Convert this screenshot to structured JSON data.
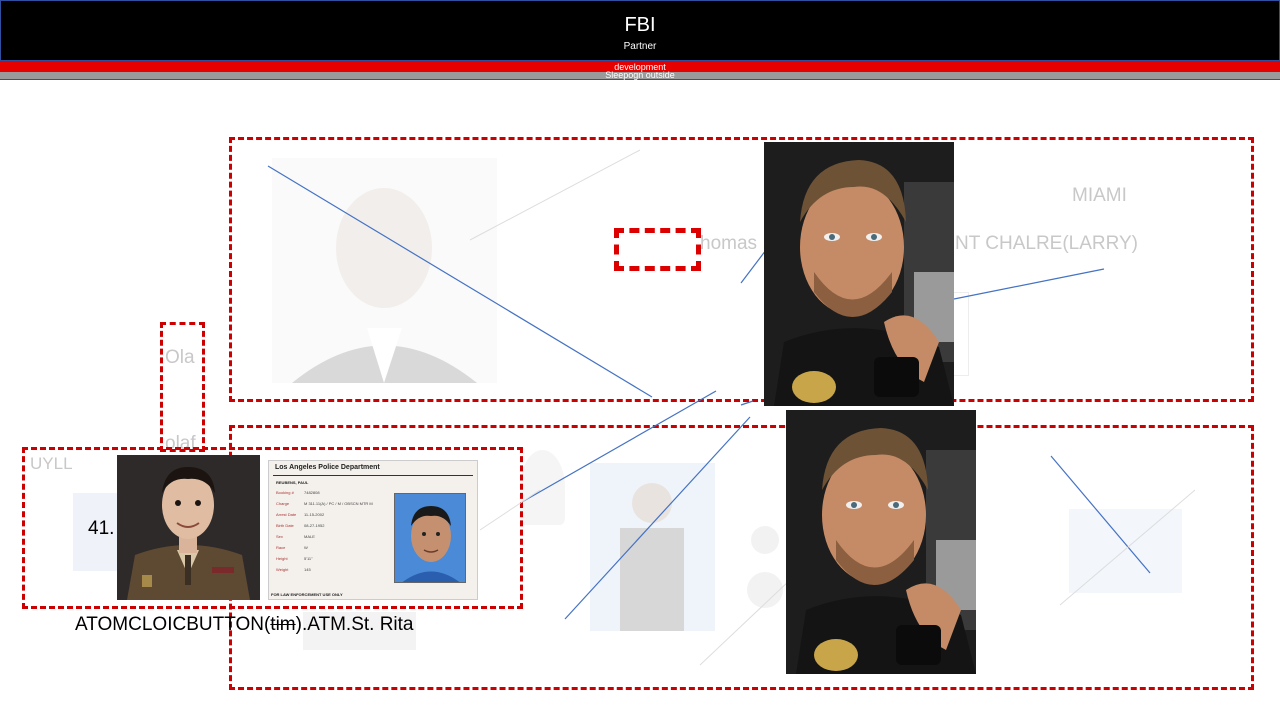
{
  "header": {
    "title": "FBI",
    "subtitle": "Partner",
    "bar_label_1": "development",
    "bar_label_2": "Sleepogn outside"
  },
  "labels": {
    "miami": "MIAMI",
    "charlre": "NT CHALRE(LARRY)",
    "thomas": "homas",
    "ola": "Ola",
    "olaf": "olaf",
    "uyll": "UYLL",
    "number": "41.",
    "caption_prefix": "ATOMCLOICBUTTON(",
    "caption_strike": "tim",
    "caption_suffix": ").ATM.St. Rita"
  },
  "police_card": {
    "department": "Los Angeles Police Department",
    "name": "REUBENS, PAUL",
    "rows": [
      {
        "k": "Booking #",
        "v": "7482808"
      },
      {
        "k": "Charge",
        "v": "M 311.11(A) / PC / M / OBSCN MTR M"
      },
      {
        "k": "Arrest Date",
        "v": "11-15-2002"
      },
      {
        "k": "Birth Date",
        "v": "08-27-1952"
      },
      {
        "k": "Sex",
        "v": "MALE"
      },
      {
        "k": "Race",
        "v": "W"
      },
      {
        "k": "Height",
        "v": "5'11\""
      },
      {
        "k": "Weight",
        "v": "145"
      }
    ],
    "footer": "FOR LAW ENFORCEMENT USE ONLY"
  },
  "colors": {
    "header_bg": "#000000",
    "red_bar": "#e60000",
    "grey_bar": "#9a9a9a",
    "dashed_border": "#cc0000",
    "link_line": "#4472c4"
  }
}
